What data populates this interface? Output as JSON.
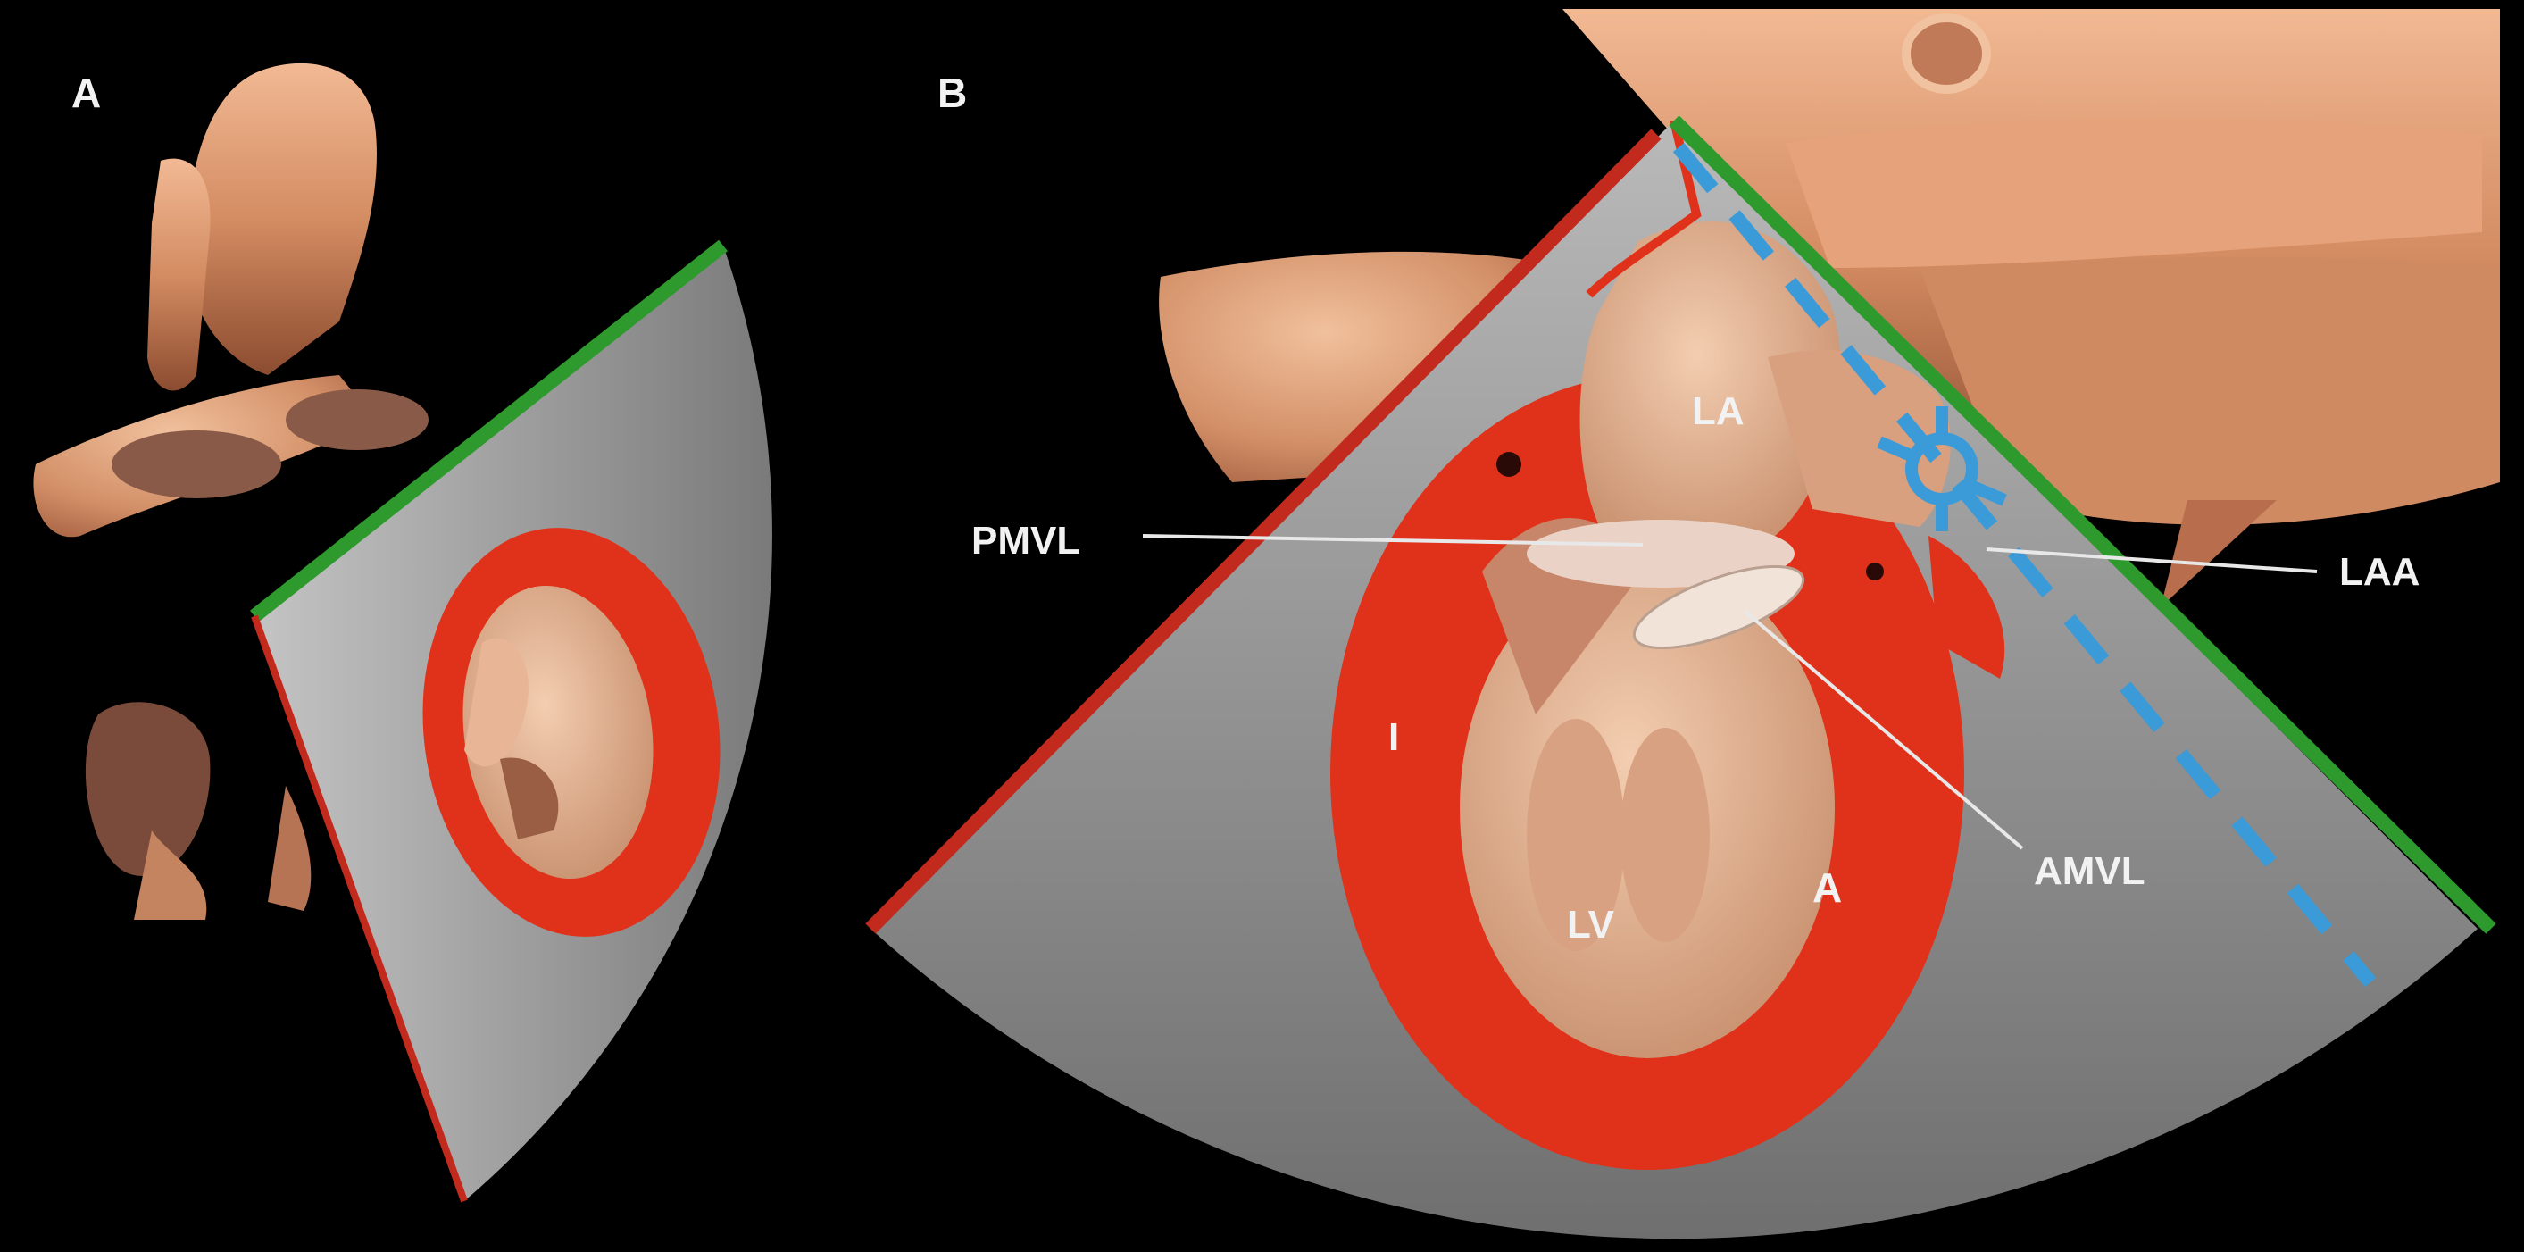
{
  "panels": {
    "a": {
      "letter": "A"
    },
    "b": {
      "letter": "B"
    }
  },
  "labels": {
    "la": "LA",
    "pmvl": "PMVL",
    "laa": "LAA",
    "amvl": "AMVL",
    "lv": "LV",
    "i": "I",
    "a": "A"
  },
  "colors": {
    "background": "#000000",
    "tissue": "#d99a74",
    "myocardium": "#e0321a",
    "sector": "#8e8e8e",
    "plane_green": "#2e9a2e",
    "plane_red": "#c22a1e",
    "probe_blue": "#3b9ad8",
    "leader_line": "#e8e8e8"
  }
}
